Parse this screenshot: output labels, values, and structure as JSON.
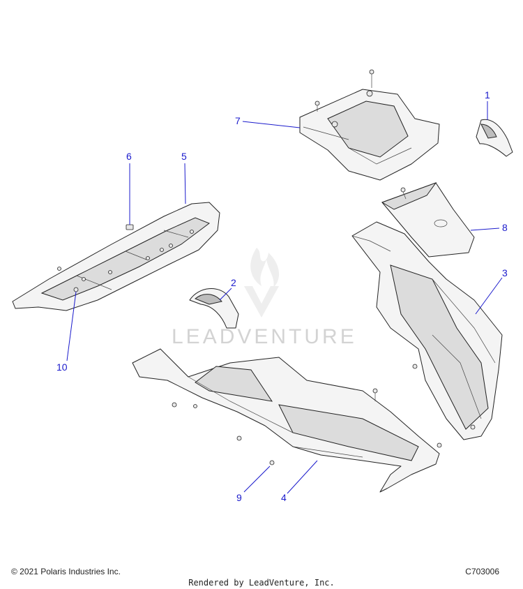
{
  "callouts": [
    {
      "id": "1",
      "label": "1"
    },
    {
      "id": "2",
      "label": "2"
    },
    {
      "id": "3",
      "label": "3"
    },
    {
      "id": "4",
      "label": "4"
    },
    {
      "id": "5",
      "label": "5"
    },
    {
      "id": "6",
      "label": "6"
    },
    {
      "id": "7",
      "label": "7"
    },
    {
      "id": "8",
      "label": "8"
    },
    {
      "id": "9",
      "label": "9"
    },
    {
      "id": "10",
      "label": "10"
    }
  ],
  "watermark": {
    "text": "LEADVENTURE",
    "icon": "leadventure-flame-logo"
  },
  "footer": {
    "copyright": "© 2021 Polaris Industries Inc.",
    "figure_code": "C703006",
    "rendered_by": "Rendered by LeadVenture, Inc."
  },
  "colors": {
    "callout": "#1a1acc",
    "line": "#222222",
    "watermark": "#d3d3d3"
  }
}
